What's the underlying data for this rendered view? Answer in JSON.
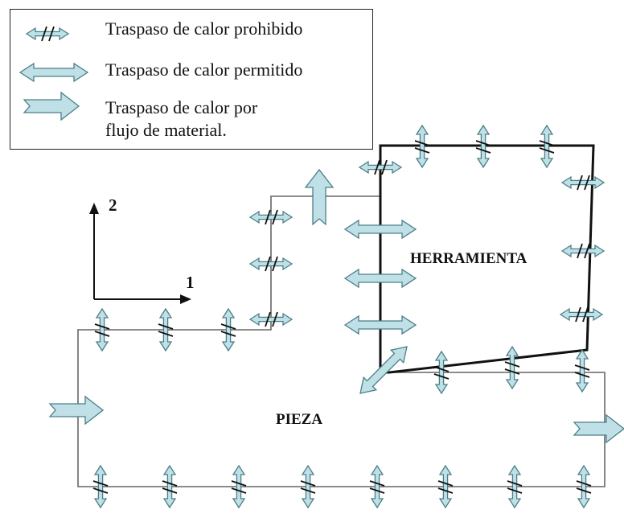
{
  "legend": {
    "items": [
      {
        "kind": "prohibited",
        "label": "Traspaso de calor prohibido"
      },
      {
        "kind": "permitted",
        "label": "Traspaso de calor permitido"
      },
      {
        "kind": "flow",
        "label_line1": "Traspaso de calor por",
        "label_line2": "flujo de material."
      }
    ]
  },
  "axes": {
    "axis_1": "1",
    "axis_2": "2"
  },
  "regions": {
    "tool": "HERRAMIENTA",
    "workpiece": "PIEZA"
  },
  "colors": {
    "arrow_fill": "#bfe0e6",
    "arrow_stroke": "#4b7f88",
    "line": "#111111",
    "outline": "#666666"
  }
}
